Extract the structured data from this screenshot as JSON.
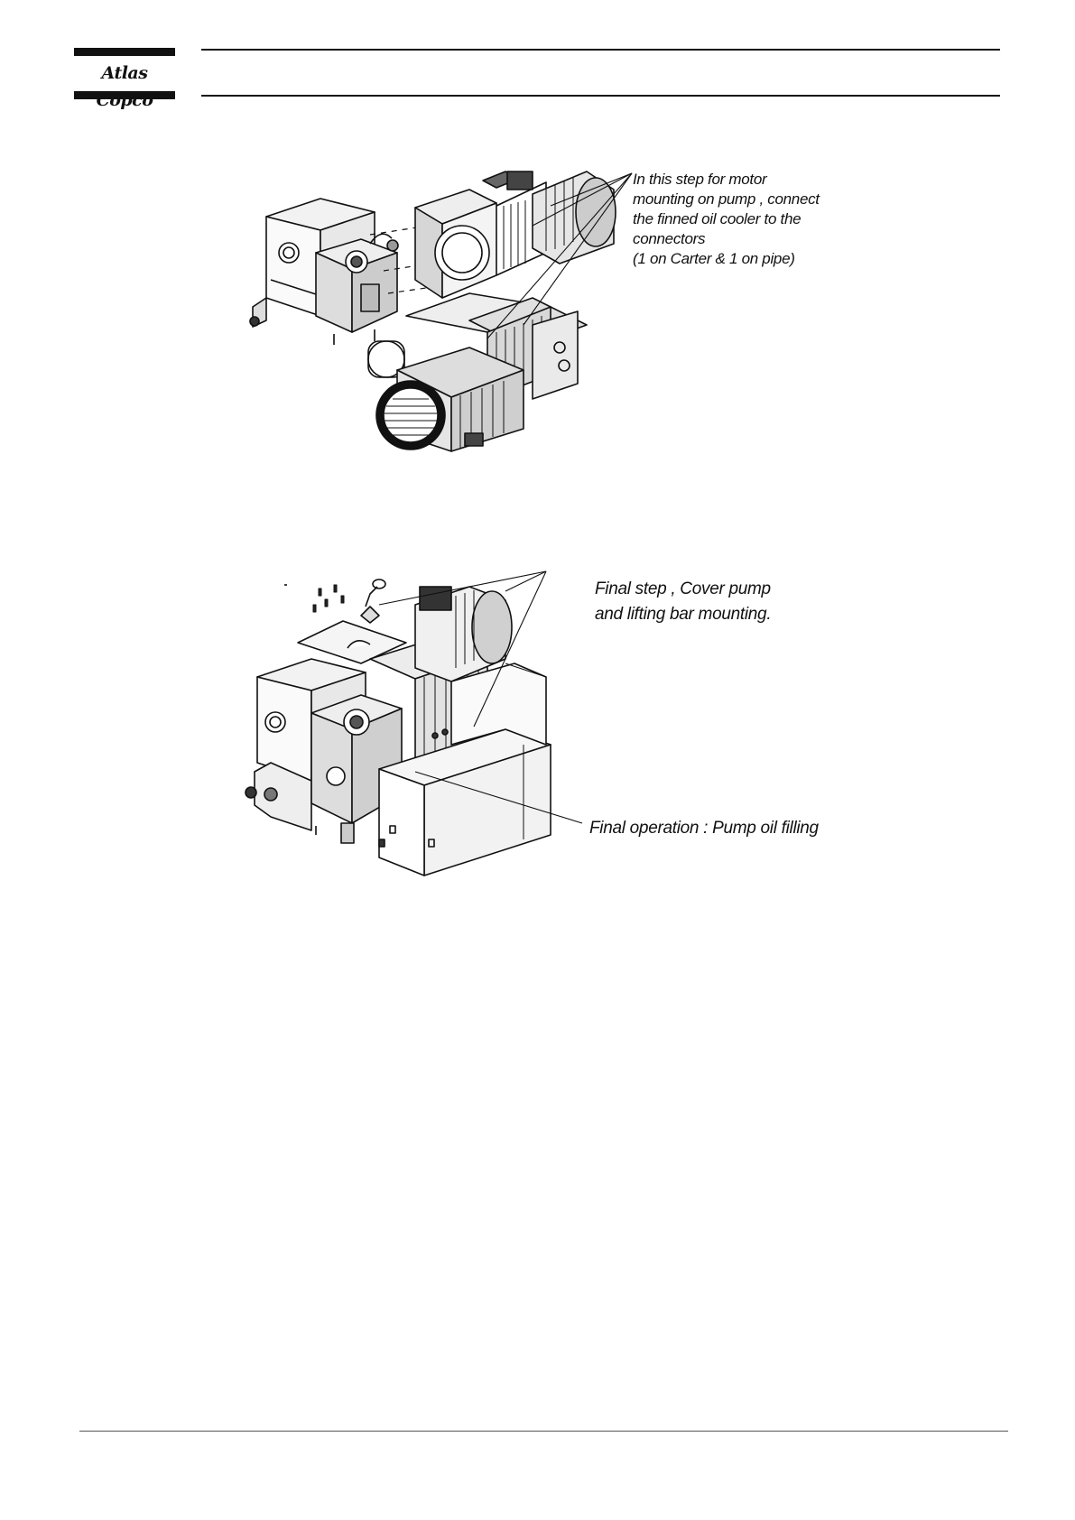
{
  "header": {
    "logo_text": "Atlas Copco"
  },
  "figure1": {
    "callout_lines": [
      "In this step for motor",
      "mounting on pump , connect",
      "the finned oil cooler to the",
      "connectors",
      "(1 on Carter & 1 on pipe)"
    ]
  },
  "figure2": {
    "callout_top_lines": [
      "Final step , Cover pump",
      "and lifting bar mounting."
    ],
    "callout_bottom": "Final operation : Pump oil filling"
  }
}
